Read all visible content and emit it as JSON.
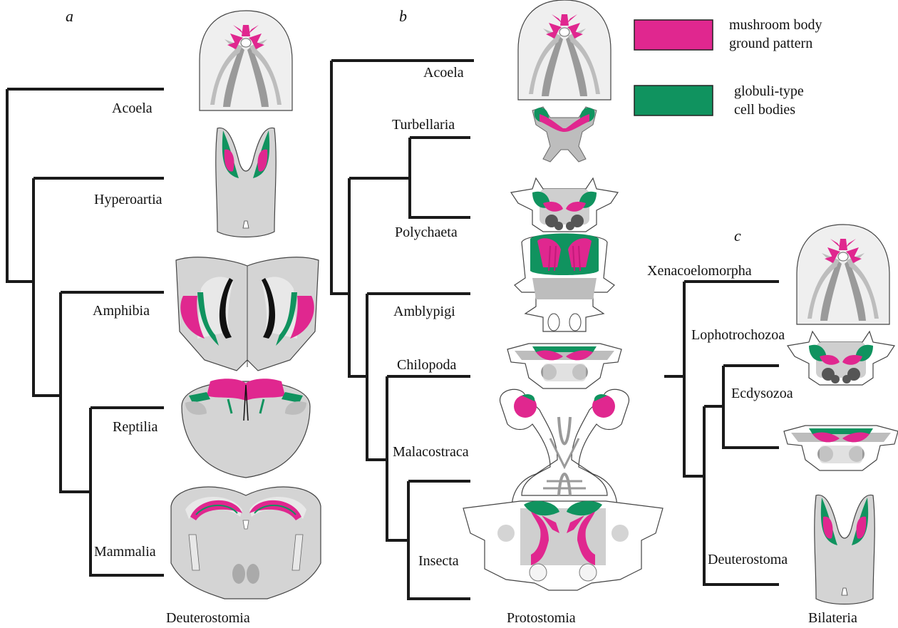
{
  "panels": {
    "a": {
      "letter": "a",
      "group_label": "Deuterostomia",
      "taxa": [
        "Acoela",
        "Hyperoartia",
        "Amphibia",
        "Reptilia",
        "Mammalia"
      ]
    },
    "b": {
      "letter": "b",
      "group_label": "Protostomia",
      "taxa": [
        "Acoela",
        "Turbellaria",
        "Polychaeta",
        "Amblypigi",
        "Chilopoda",
        "Malacostraca",
        "Insecta"
      ]
    },
    "c": {
      "letter": "c",
      "group_label": "Bilateria",
      "taxa": [
        "Xenacoelomorpha",
        "Lophotrochozoa",
        "Ecdysozoa",
        "Deuterostoma"
      ]
    }
  },
  "legend": [
    {
      "line1": "mushroom body",
      "line2": "ground pattern",
      "color": "#e0278f"
    },
    {
      "line1": "globuli-type",
      "line2": "cell bodies",
      "color": "#10935f"
    }
  ],
  "colors": {
    "tree": "#1a1a1a",
    "mushroom": "#e0278f",
    "globuli": "#10935f",
    "tissue": "#d4d4d4",
    "tissue_dark": "#9a9a9a",
    "outline": "#444444"
  }
}
